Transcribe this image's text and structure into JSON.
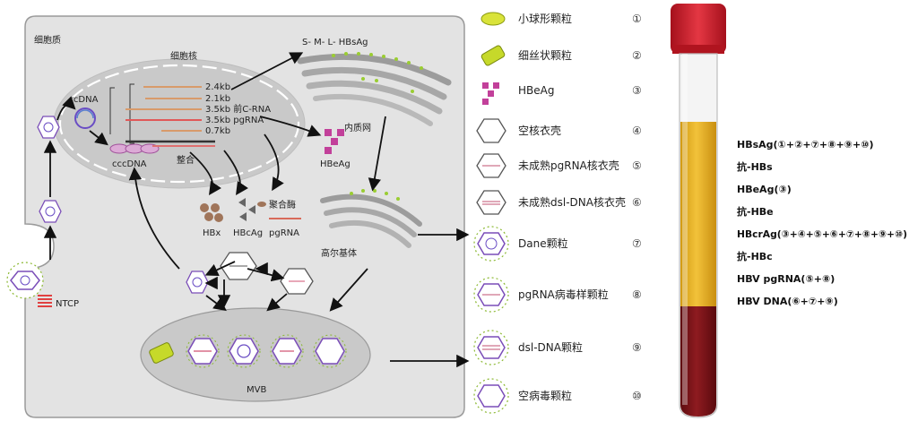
{
  "cell": {
    "cytoplasm_label": "细胞质",
    "nucleus_label": "细胞核",
    "rcdna_label": "rcDNA",
    "cccdna_label": "cccDNA",
    "integration_label": "整合",
    "rna_bands": [
      "2.4kb",
      "2.1kb",
      "3.5kb 前C-RNA",
      "3.5kb pgRNA",
      "0.7kb"
    ],
    "hbsag_label": "S-   M-   L- HBsAg",
    "er_label": "内质网",
    "hbeag_label": "HBeAg",
    "hbx_label": "HBx",
    "hbcag_label": "HBcAg",
    "polymerase_label": "聚合酶",
    "pgrna_label": "pgRNA",
    "golgi_label": "高尔基体",
    "mvb_label": "MVB",
    "ntcp_label": "NTCP"
  },
  "legend": [
    {
      "label": "小球形颗粒",
      "num": "①"
    },
    {
      "label": "细丝状颗粒",
      "num": "②"
    },
    {
      "label": "HBeAg",
      "num": "③"
    },
    {
      "label": "空核衣壳",
      "num": "④"
    },
    {
      "label": "未成熟pgRNA核衣壳",
      "num": "⑤"
    },
    {
      "label": "未成熟dsl-DNA核衣壳",
      "num": "⑥"
    },
    {
      "label": "Dane颗粒",
      "num": "⑦"
    },
    {
      "label": "pgRNA病毒样颗粒",
      "num": "⑧"
    },
    {
      "label": "dsl-DNA颗粒",
      "num": "⑨"
    },
    {
      "label": "空病毒颗粒",
      "num": "⑩"
    }
  ],
  "tube_labels": [
    "HBsAg(①+②+⑦+⑧+⑨+⑩)",
    "抗-HBs",
    "HBeAg(③)",
    "抗-HBe",
    "HBcrAg(③+④+⑤+⑥+⑦+⑧+⑨+⑩)",
    "抗-HBc",
    "HBV pgRNA(⑤+⑧)",
    "HBV DNA(⑥+⑦+⑨)"
  ],
  "colors": {
    "cell_bg": "#e4e4e4",
    "nucleus": "#c8c8c8",
    "er": "#a9a9a9",
    "surface_dot": "#9acd32",
    "hbeag": "#c2409a",
    "cccdna": "#d9a9d6",
    "serum": "#e6b324",
    "clot": "#7a1418",
    "cap": "#c9202b"
  }
}
